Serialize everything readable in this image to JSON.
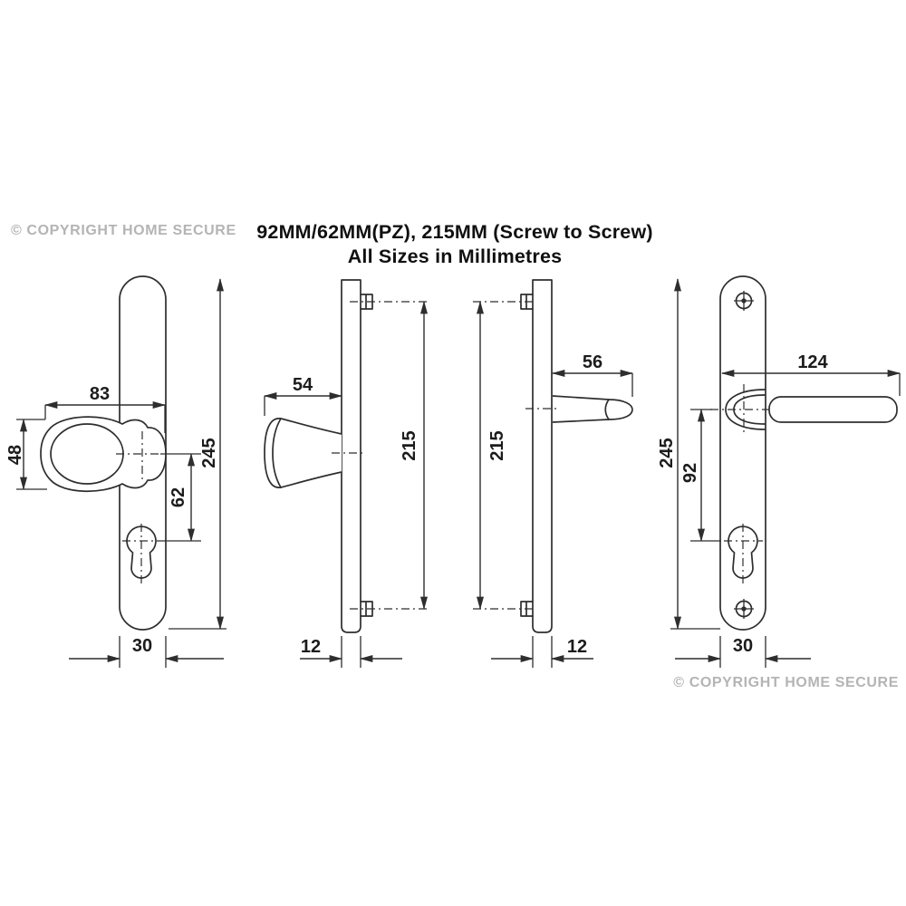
{
  "title": {
    "line1": "92MM/62MM(PZ), 215MM (Screw to Screw)",
    "line2": "All Sizes in Millimetres"
  },
  "watermark": {
    "top_left": "© COPYRIGHT HOME SECURE",
    "bottom_right": "© COPYRIGHT HOME SECURE"
  },
  "colors": {
    "background": "#ffffff",
    "drawing_line": "#2e2e2e",
    "dimension_text": "#1c1c1c",
    "title_text": "#101010",
    "watermark_text": "#b4b4b4"
  },
  "units": "millimetres",
  "views": [
    {
      "id": "pad-handle-front",
      "description": "front view of backplate with pad handle and euro cylinder keyhole",
      "dims": {
        "pad_width": "83",
        "pad_height": "48",
        "handle_to_cylinder": "62",
        "plate_length": "245",
        "plate_width": "30"
      }
    },
    {
      "id": "knob-side",
      "description": "side profile of pad handle plate with screw stubs",
      "dims": {
        "projection": "54",
        "screw_to_screw": "215",
        "plate_thickness": "12"
      }
    },
    {
      "id": "lever-side",
      "description": "side profile of lever handle plate with screw stubs",
      "dims": {
        "projection": "56",
        "screw_to_screw": "215",
        "plate_thickness": "12"
      }
    },
    {
      "id": "lever-front",
      "description": "front view of backplate with lever handle, screws and euro cylinder keyhole",
      "dims": {
        "lever_length": "124",
        "handle_to_cylinder": "92",
        "plate_length": "245",
        "plate_width": "30"
      }
    }
  ]
}
